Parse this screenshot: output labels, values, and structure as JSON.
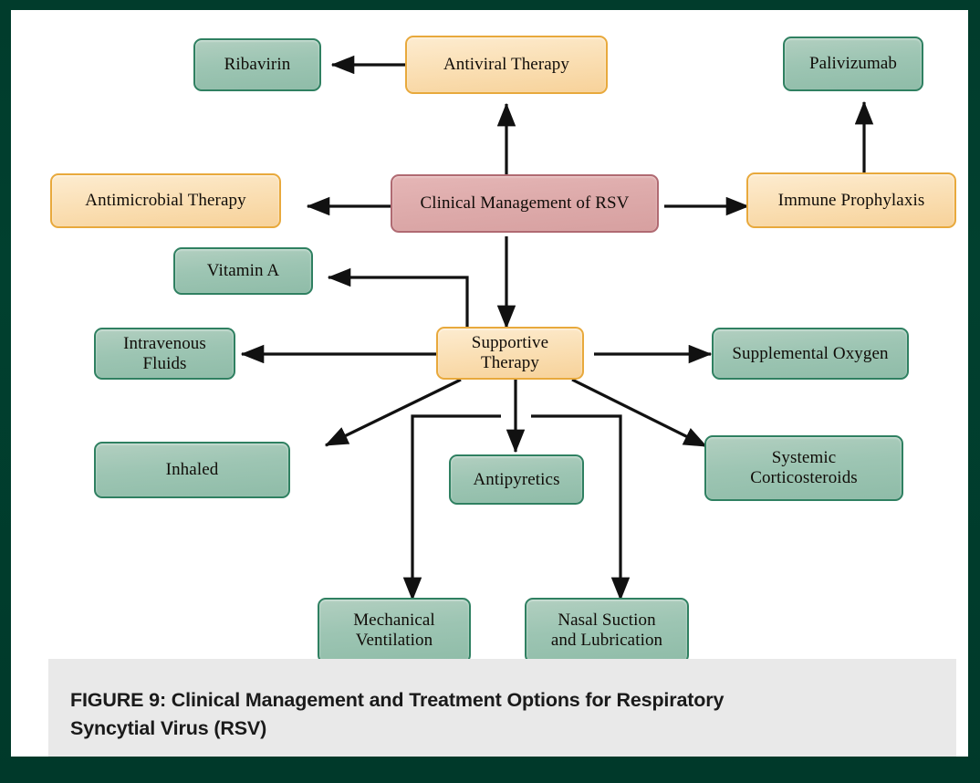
{
  "figure": {
    "frame_color": "#00402f",
    "canvas_color": "#ffffff",
    "caption_bg": "#e9e9e9",
    "caption_line1": "FIGURE 9: Clinical Management and Treatment Options for Respiratory",
    "caption_line2": "Syncytial Virus (RSV)"
  },
  "palette": {
    "green_fill": "#9dc5b3",
    "green_border": "#2f8061",
    "orange_fill": "#fadfb4",
    "orange_border": "#e8a93c",
    "rose_fill": "#ddaaaa",
    "rose_border": "#b06a72",
    "arrow_color": "#111111"
  },
  "nodes": {
    "root": {
      "label": "Clinical Management of RSV",
      "color": "rose"
    },
    "antiviral_therapy": {
      "label": "Antiviral Therapy",
      "color": "orange"
    },
    "ribavirin": {
      "label": "Ribavirin",
      "color": "green"
    },
    "antimicrobial_therapy": {
      "label": "Antimicrobial Therapy",
      "color": "orange"
    },
    "immune_prophylaxis": {
      "label": "Immune Prophylaxis",
      "color": "orange"
    },
    "palivizumab": {
      "label": "Palivizumab",
      "color": "green"
    },
    "supportive_therapy": {
      "label": "Supportive Therapy",
      "color": "orange"
    },
    "vitamin_a": {
      "label": "Vitamin A",
      "color": "green"
    },
    "intravenous_fluids": {
      "label": "Intravenous Fluids",
      "color": "green"
    },
    "supplemental_oxygen": {
      "label": "Supplemental Oxygen",
      "color": "green"
    },
    "inhaled": {
      "label": "Inhaled",
      "color": "green"
    },
    "antipyretics": {
      "label": "Antipyretics",
      "color": "green"
    },
    "systemic_corticosteroids": {
      "label_line1": "Systemic",
      "label_line2": "Corticosteroids",
      "color": "green"
    },
    "mechanical_ventilation": {
      "label_line1": "Mechanical",
      "label_line2": "Ventilation",
      "color": "green"
    },
    "nasal_suction": {
      "label_line1": "Nasal Suction",
      "label_line2": "and Lubrication",
      "color": "green"
    }
  },
  "edges": [
    {
      "from": "root",
      "to": "antiviral_therapy",
      "direction": "up"
    },
    {
      "from": "antiviral_therapy",
      "to": "ribavirin",
      "direction": "left"
    },
    {
      "from": "root",
      "to": "antimicrobial_therapy",
      "direction": "left"
    },
    {
      "from": "root",
      "to": "immune_prophylaxis",
      "direction": "right"
    },
    {
      "from": "immune_prophylaxis",
      "to": "palivizumab",
      "direction": "up"
    },
    {
      "from": "root",
      "to": "supportive_therapy",
      "direction": "down"
    },
    {
      "from": "supportive_therapy",
      "to": "vitamin_a",
      "direction": "up-left-elbow"
    },
    {
      "from": "supportive_therapy",
      "to": "intravenous_fluids",
      "direction": "left"
    },
    {
      "from": "supportive_therapy",
      "to": "supplemental_oxygen",
      "direction": "right"
    },
    {
      "from": "supportive_therapy",
      "to": "inhaled",
      "direction": "down-left-diagonal"
    },
    {
      "from": "supportive_therapy",
      "to": "antipyretics",
      "direction": "down"
    },
    {
      "from": "supportive_therapy",
      "to": "systemic_corticosteroids",
      "direction": "down-right-diagonal"
    },
    {
      "from": "supportive_therapy",
      "to": "mechanical_ventilation",
      "direction": "down-elbow-left"
    },
    {
      "from": "supportive_therapy",
      "to": "nasal_suction",
      "direction": "down-elbow-right"
    }
  ]
}
